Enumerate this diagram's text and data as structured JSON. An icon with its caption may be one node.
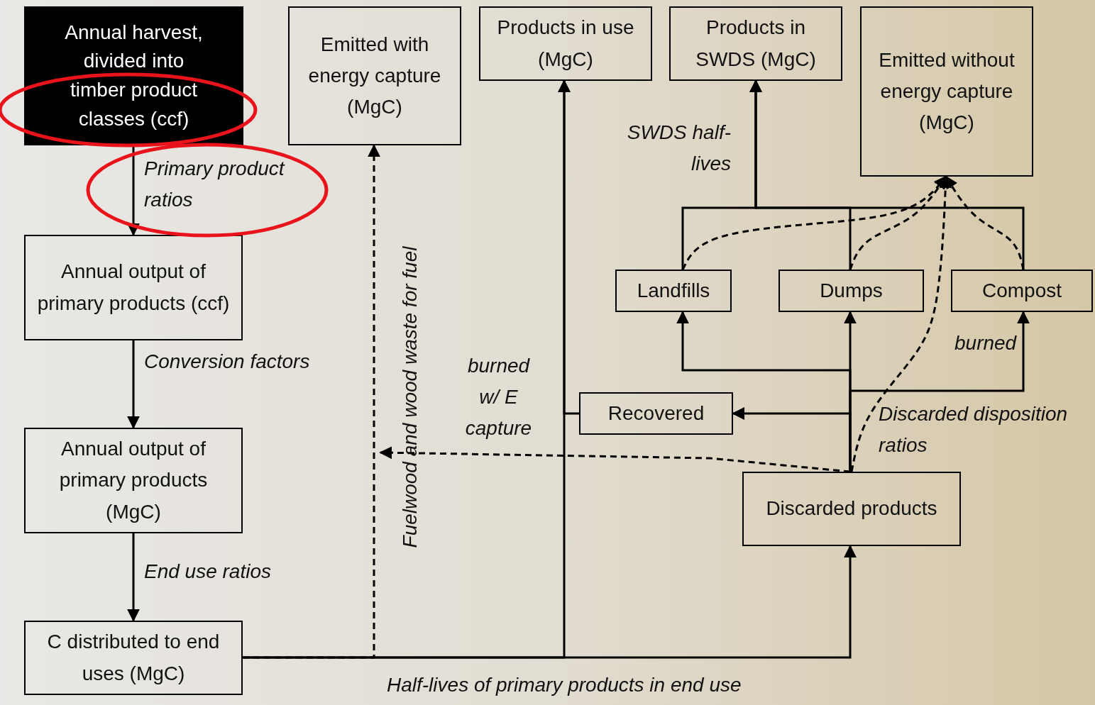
{
  "diagram": {
    "nodes": [
      {
        "text": [
          "Annual harvest, divided into timber product classes (ccf)"
        ]
      },
      {
        "text": [
          "Emitted with energy capture (MgC)"
        ]
      },
      {
        "text": [
          "Products in use (MgC)"
        ]
      },
      {
        "text": [
          "Products in SWDS (MgC)"
        ]
      },
      {
        "text": [
          "Emitted without energy capture (MgC)"
        ]
      },
      {
        "text": [
          "Annual output of primary products (ccf)"
        ]
      },
      {
        "text": [
          "Landfills"
        ]
      },
      {
        "text": [
          "Dumps"
        ]
      },
      {
        "text": [
          "Compost"
        ]
      },
      {
        "text": [
          "Recovered"
        ]
      },
      {
        "text": [
          "Annual output of primary products (MgC)"
        ]
      },
      {
        "text": [
          "Discarded products"
        ]
      },
      {
        "text": [
          "C distributed to end uses (MgC)"
        ]
      }
    ],
    "edges": [
      {
        "from": 0,
        "to": 5,
        "arrow": "to",
        "label": "Primary product ratios"
      },
      {
        "from": 5,
        "to": 10,
        "arrow": "to",
        "label": "Conversion factors"
      },
      {
        "from": 10,
        "to": 12,
        "arrow": "to",
        "label": "End use ratios"
      },
      {
        "from": 12,
        "to": 1,
        "arrow": "to",
        "style": "dashed",
        "label": "Fuelwood and wood waste for fuel"
      },
      {
        "from": 12,
        "to": 2,
        "arrow": "to"
      },
      {
        "from": 12,
        "to": 11,
        "arrow": "to"
      },
      {
        "from": 11,
        "to": 9,
        "arrow": "to"
      },
      {
        "from": 11,
        "to": 6,
        "arrow": "to"
      },
      {
        "from": 11,
        "to": 7,
        "arrow": "to"
      },
      {
        "from": 11,
        "to": 8,
        "arrow": "to"
      },
      {
        "from": 9,
        "to": 2,
        "arrow": "to"
      },
      {
        "from": 6,
        "to": 3,
        "arrow": "to"
      },
      {
        "from": 7,
        "to": 3,
        "arrow": "to"
      },
      {
        "from": 8,
        "to": 3,
        "arrow": "to"
      },
      {
        "from": 6,
        "to": 4,
        "arrow": "to",
        "style": "dashed"
      },
      {
        "from": 7,
        "to": 4,
        "arrow": "to",
        "style": "dashed"
      },
      {
        "from": 8,
        "to": 4,
        "arrow": "to",
        "style": "dashed"
      },
      {
        "from": 11,
        "to": 4,
        "arrow": "to",
        "style": "dashed",
        "label": "burned"
      },
      {
        "from": 11,
        "to": null,
        "arrow": "to",
        "style": "dashed",
        "label": "burned w/ E capture"
      }
    ],
    "labels": [
      "SWDS half-lives",
      "Discarded disposition ratios",
      "Half-lives of primary products in end use"
    ]
  }
}
